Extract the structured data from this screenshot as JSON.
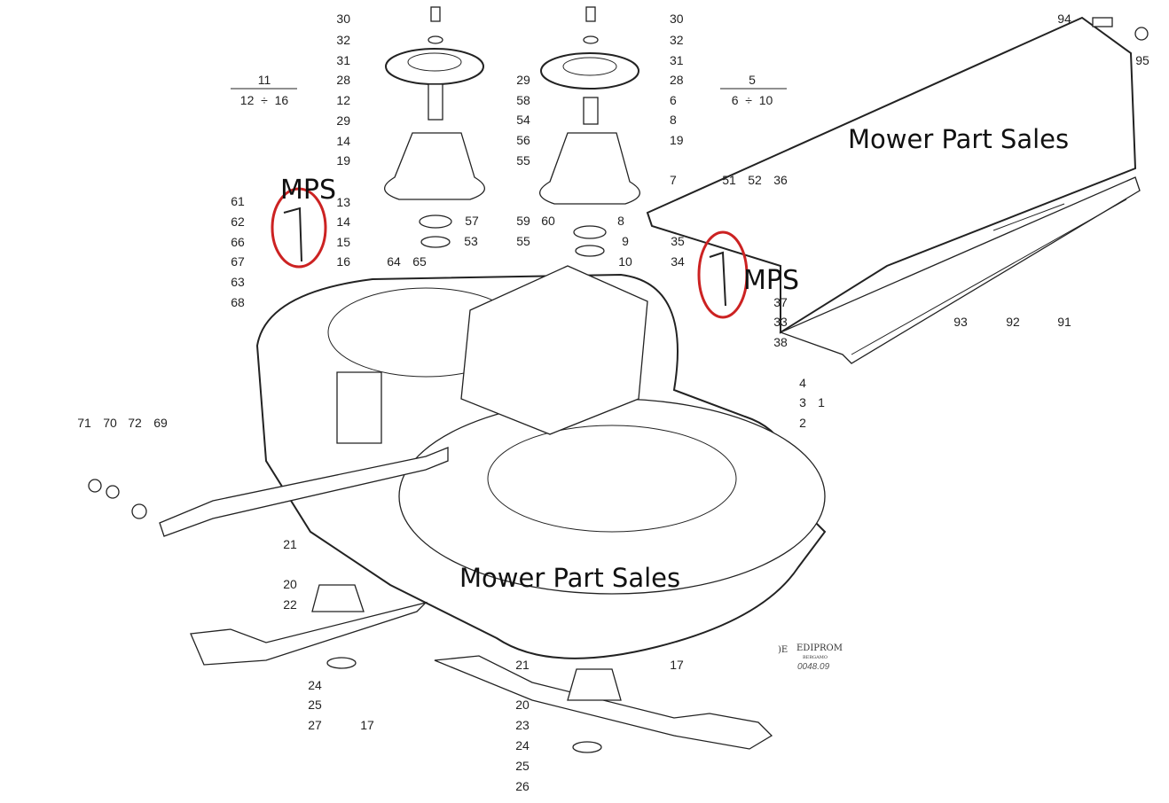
{
  "title": "Mower deck exploded parts diagram",
  "watermarks": {
    "large": "Mower Part Sales",
    "small": "MPS"
  },
  "highlight_color": "#cc2222",
  "fractions": {
    "left": {
      "top": "11",
      "bottom": "12  ÷  16"
    },
    "right": {
      "top": "5",
      "bottom": "6  ÷  10"
    }
  },
  "logo": {
    "brand": "EDIPROM",
    "sub": "BERGAMO",
    "code": "0048.09"
  },
  "labels": [
    "30",
    "32",
    "31",
    "28",
    "12",
    "29",
    "14",
    "19",
    "13",
    "14",
    "15",
    "16",
    "30",
    "32",
    "31",
    "28",
    "6",
    "8",
    "19",
    "7",
    "29",
    "58",
    "54",
    "56",
    "55",
    "57",
    "53",
    "59",
    "60",
    "55",
    "8",
    "9",
    "10",
    "61",
    "62",
    "66",
    "67",
    "63",
    "68",
    "64",
    "65",
    "51",
    "52",
    "36",
    "35",
    "34",
    "37",
    "33",
    "38",
    "4",
    "3",
    "1",
    "2",
    "94",
    "95",
    "93",
    "92",
    "91",
    "71",
    "70",
    "72",
    "69",
    "21",
    "20",
    "22",
    "24",
    "25",
    "27",
    "17",
    "21",
    "20",
    "23",
    "24",
    "25",
    "26",
    "17"
  ]
}
